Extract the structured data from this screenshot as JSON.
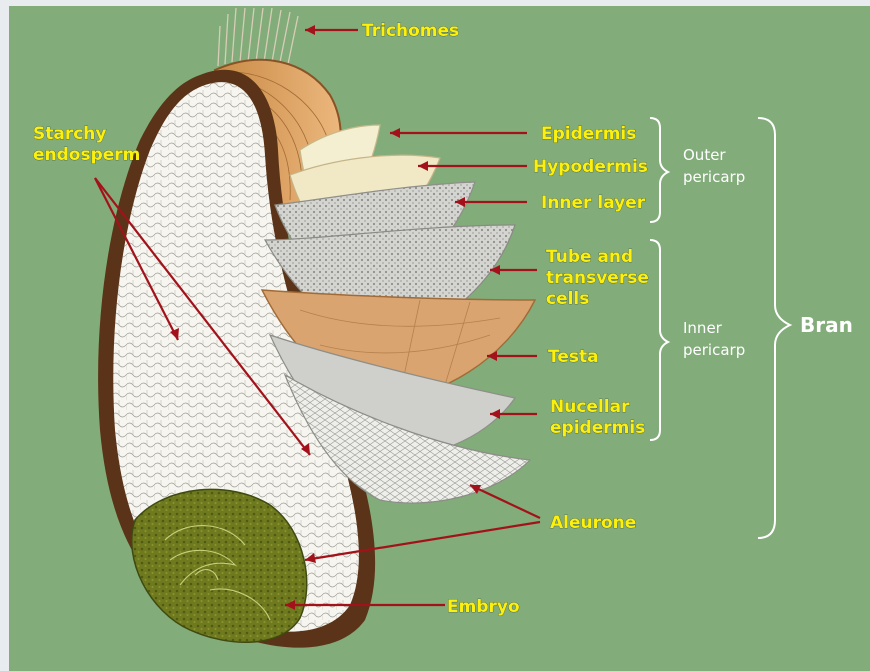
{
  "labels": {
    "trichomes": "Trichomes",
    "starchy_endosperm": [
      "Starchy",
      "endosperm"
    ],
    "epidermis": "Epidermis",
    "hypodermis": "Hypodermis",
    "inner_layer": "Inner layer",
    "tube_transverse": [
      "Tube and",
      "transverse",
      "cells"
    ],
    "testa": "Testa",
    "nucellar_epidermis": [
      "Nucellar",
      "epidermis"
    ],
    "aleurone": "Aleurone",
    "embryo": "Embryo"
  },
  "groups": {
    "outer_pericarp": [
      "Outer",
      "pericarp"
    ],
    "inner_pericarp": [
      "Inner",
      "pericarp"
    ],
    "bran": "Bran"
  },
  "colors": {
    "background": "#82ac7a",
    "label_text": "#fbf00e",
    "arrow": "#a3121a",
    "endosperm": "#f6f5ef",
    "seed_coat": "#5a3318",
    "embryo": "#6f7a1f"
  }
}
